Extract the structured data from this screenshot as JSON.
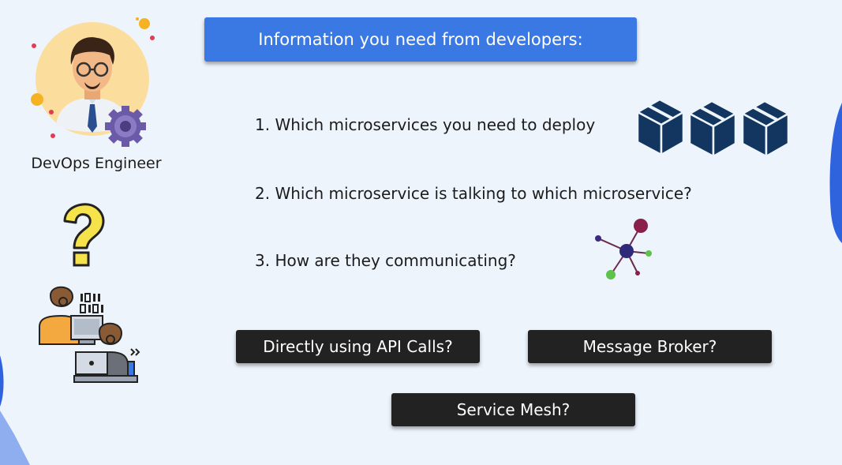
{
  "header": {
    "title": "Information you need from developers:"
  },
  "role": {
    "label": "DevOps Engineer"
  },
  "questions": [
    {
      "text": "1. Which microservices you need to deploy"
    },
    {
      "text": "2. Which microservice is talking to which microservice?"
    },
    {
      "text": "3. How are they communicating?"
    }
  ],
  "options": {
    "api_calls": "Directly using API Calls?",
    "message_broker": "Message Broker?",
    "service_mesh": "Service Mesh?"
  },
  "colors": {
    "header_bg": "#3a79e4",
    "button_bg": "#222222",
    "box_icon": "#12365f",
    "accent_blue": "#2f63dd"
  },
  "icons": {
    "engineer": "devops-engineer-avatar-icon",
    "question": "question-mark-icon",
    "developers": "developers-at-computers-icon",
    "boxes": "microservice-box-icon",
    "network": "network-nodes-icon"
  }
}
